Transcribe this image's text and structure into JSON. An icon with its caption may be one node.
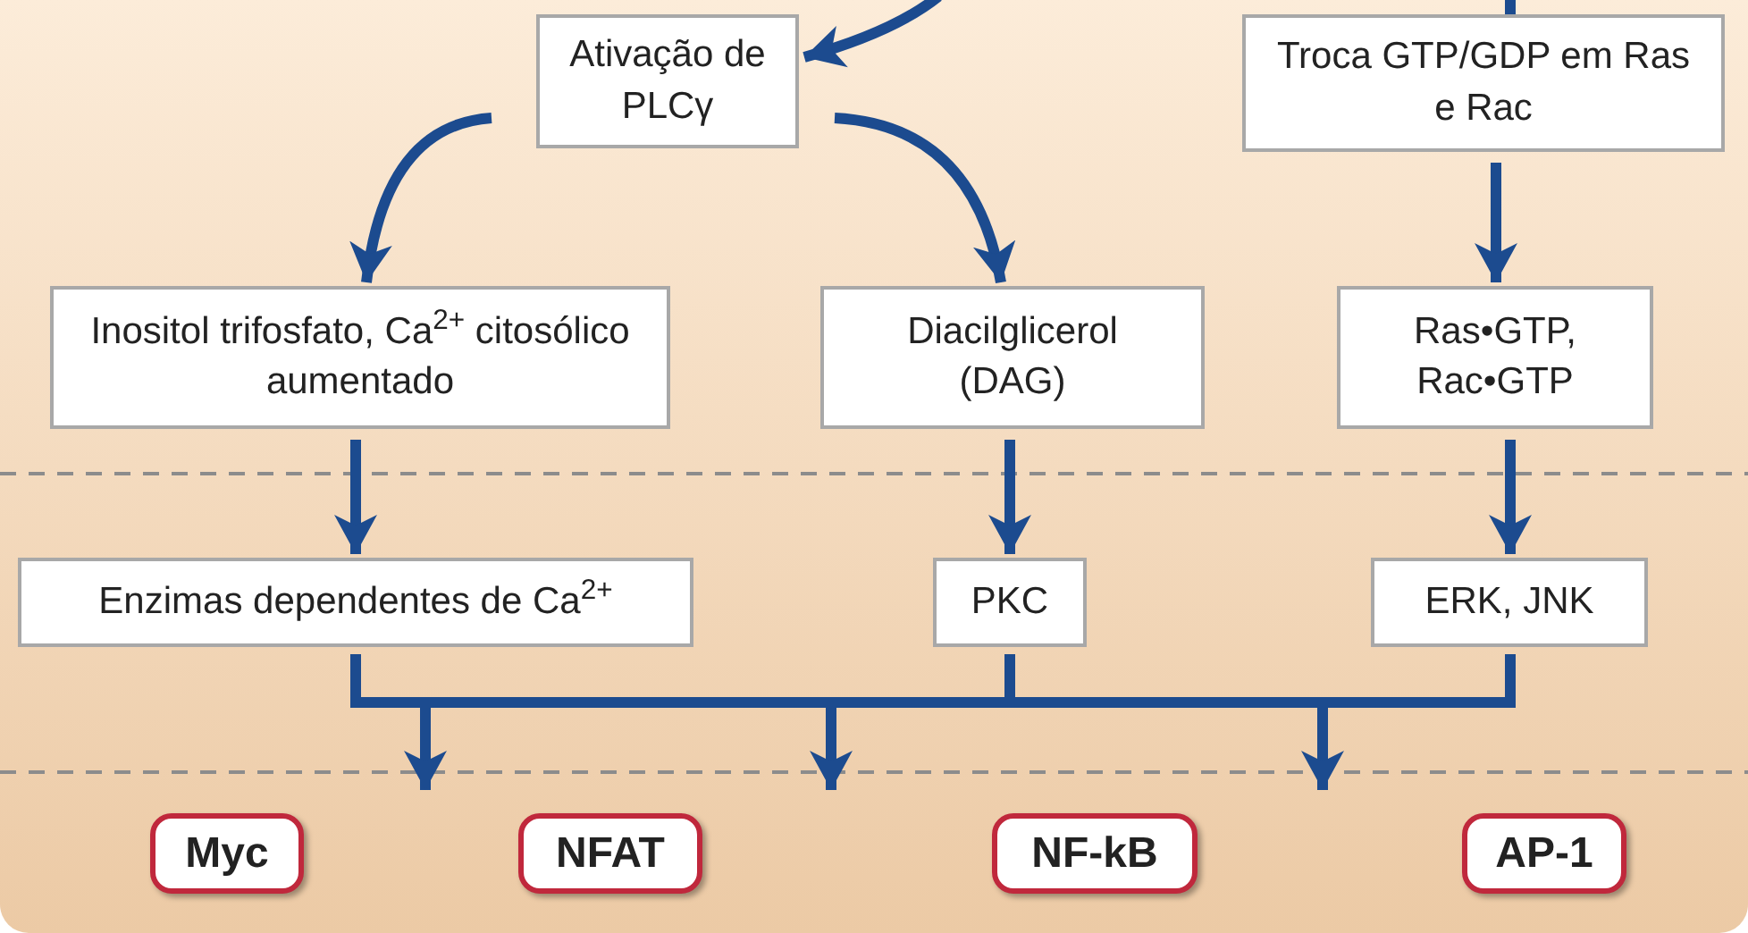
{
  "diagram": {
    "nodes": [
      {
        "text": [
          "Ativação de PLCγ"
        ]
      },
      {
        "text": [
          "Troca GTP/GDP em Ras e Rac"
        ]
      },
      {
        "text": [
          "Inositol trifosfato, Ca$^{2+}$ citosólico aumentado"
        ]
      },
      {
        "text": [
          "Diacilglicerol (DAG)"
        ]
      },
      {
        "text": [
          "Ras•GTP, Rac•GTP"
        ]
      },
      {
        "text": [
          "Enzimas dependentes de Ca$^{2+}$"
        ]
      },
      {
        "text": [
          "PKC"
        ]
      },
      {
        "text": [
          "ERK, JNK"
        ]
      },
      {
        "text": [
          "Myc"
        ]
      },
      {
        "text": [
          "NFAT"
        ]
      },
      {
        "text": [
          "NF-kB"
        ]
      },
      {
        "text": [
          "AP-1"
        ]
      }
    ],
    "edges": [
      {
        "from": null,
        "to": 0,
        "arrow": "to"
      },
      {
        "from": null,
        "to": 1,
        "arrow": "none"
      },
      {
        "from": 0,
        "to": 2,
        "arrow": "to"
      },
      {
        "from": 0,
        "to": 3,
        "arrow": "to"
      },
      {
        "from": 1,
        "to": 4,
        "arrow": "to"
      },
      {
        "from": 2,
        "to": 5,
        "arrow": "to"
      },
      {
        "from": 3,
        "to": 6,
        "arrow": "to"
      },
      {
        "from": 4,
        "to": 7,
        "arrow": "to"
      },
      {
        "from": 5,
        "to": null,
        "arrow": "to"
      },
      {
        "from": 6,
        "to": null,
        "arrow": "to"
      },
      {
        "from": 7,
        "to": null,
        "arrow": "to"
      }
    ]
  }
}
